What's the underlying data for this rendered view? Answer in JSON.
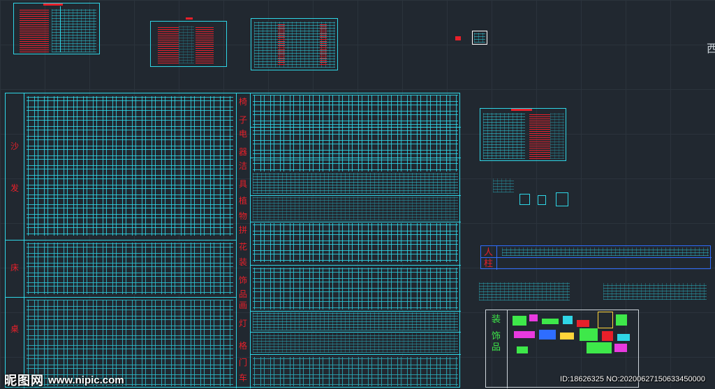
{
  "app": {
    "edge_glyph": "西"
  },
  "categories": {
    "left": [
      "沙",
      "发",
      "床",
      "桌"
    ],
    "middle": [
      "椅",
      "子",
      "电",
      "器",
      "洁",
      "具",
      "植",
      "物",
      "拼",
      "花",
      "装",
      "饰",
      "品",
      "画",
      "灯",
      "格",
      "门",
      "车"
    ],
    "right_people": [
      "人",
      "柱"
    ],
    "right_decor": [
      "装",
      "饰",
      "品"
    ]
  },
  "watermark": {
    "logo_text": "昵图网",
    "site": "www.nipic.com",
    "id_line": "ID:18626325 NO:20200627150633450000"
  },
  "colors": {
    "background": "#212830",
    "cad_cyan": "#2fd6e6",
    "cad_red": "#e8202a",
    "cad_green": "#3ee84a",
    "cad_magenta": "#e83adf"
  }
}
